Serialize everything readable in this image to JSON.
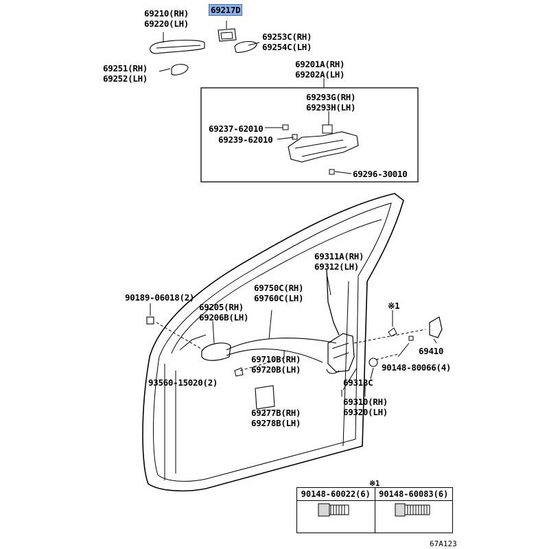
{
  "parts": {
    "p69210": [
      "69210(RH)",
      "69220(LH)"
    ],
    "p69217": "69217D",
    "p69253": [
      "69253C(RH)",
      "69254C(LH)"
    ],
    "p69251": [
      "69251(RH)",
      "69252(LH)"
    ],
    "p69201": [
      "69201A(RH)",
      "69202A(LH)"
    ],
    "p69293": [
      "69293G(RH)",
      "69293H(LH)"
    ],
    "p69237": "69237-62010",
    "p69239": "69239-62010",
    "p69296": "69296-30010",
    "p69311": [
      "69311A(RH)",
      "69312(LH)"
    ],
    "p69750": [
      "69750C(RH)",
      "69760C(LH)"
    ],
    "p90189": "90189-06018(2)",
    "p69205": [
      "69205(RH)",
      "69206B(LH)"
    ],
    "p69410": "69410",
    "p90148_80066": "90148-80066(4)",
    "p69710": [
      "69710B(RH)",
      "69720B(LH)"
    ],
    "p93560": "93560-15020(2)",
    "p69318": "69318C",
    "p69310": [
      "69310(RH)",
      "69320(LH)"
    ],
    "p69277": [
      "69277B(RH)",
      "69278B(LH)"
    ],
    "mark1": "※1"
  },
  "table": {
    "mark": "※1",
    "headers": [
      "90148-60022(6)",
      "90148-60083(6)"
    ]
  },
  "figure_id": "67A123"
}
